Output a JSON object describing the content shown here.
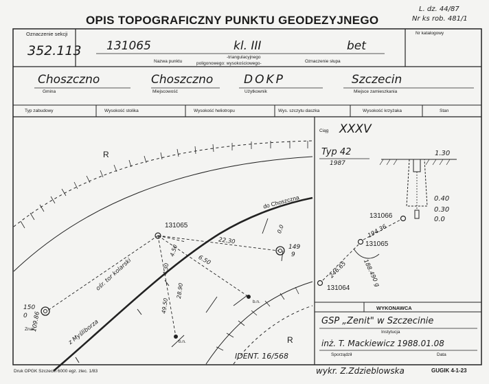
{
  "header": {
    "title": "OPIS TOPOGRAFICZNY PUNKTU GEODEZYJNEGO",
    "ref_line1": "L. dz. 44/87",
    "ref_line2": "Nr ks rob. 481/1"
  },
  "section": {
    "label": "Oznaczenie sekcji",
    "value": "352.113"
  },
  "point": {
    "name": "131065",
    "class": "kl. III",
    "marker": "bet",
    "name_label": "Nazwa punktu",
    "type_line1": "-triangulacyjnego",
    "type_line2": "poligonowego: wysokościowego-",
    "marker_label": "Oznaczenie słupa",
    "catalog_label": "Nr katalogowy"
  },
  "location": {
    "gmina": "Choszczno",
    "gmina_label": "Gmina",
    "miejscowosc": "Choszczno",
    "miejscowosc_label": "Miejscowość",
    "uzytkownik": "DOKP",
    "uzytkownik_label": "Użytkownik",
    "zamieszkanie": "Szczecin",
    "zamieszkanie_label": "Miejsce zamieszkania"
  },
  "columns": [
    "Typ zabudowy",
    "Wysokość stolika",
    "Wysokość heliotropu",
    "Wys. szczytu daszka",
    "Wysokość krzyżaka",
    "Stan"
  ],
  "sketch": {
    "road_label": "do Choszczna",
    "rail_label": "ośr. tor kolarski",
    "lower_road_label": "z Myśliborza",
    "R_top": "R",
    "R_bottom": "R",
    "main_point": "131065",
    "p149_top": "149",
    "p149_bottom": "9",
    "p150_top": "150",
    "p150_bottom": "0",
    "p150_dim": "109.86",
    "znak_label": "Znak",
    "bn1": "b.n.",
    "bn2": "b.n.",
    "d_22_30": "22.30",
    "d_6_50": "6.50",
    "d_4_30": "4.30",
    "d_4_50": "4.50",
    "d_49_50": "49.50",
    "d_28_90": "28.90",
    "d_0_0": "0.0",
    "ident": "IDENT. 16/568"
  },
  "right_panel": {
    "ciag_label": "Ciąg",
    "ciag": "XXXV",
    "typ": "Typ 42",
    "year": "1987",
    "dim_top": "1.30",
    "dim_040": "0.40",
    "dim_030": "0.30",
    "dim_00": "0.0",
    "pt_131066": "131066",
    "pt_131065": "131065",
    "pt_131064": "131064",
    "d_194": "194.36",
    "d_246": "246.65",
    "d_188": "188.490 g"
  },
  "footer": {
    "wykonawca_label": "WYKONAWCA",
    "company": "GSP „Zenit\" w Szczecinie",
    "instytucja_label": "Instytucja",
    "person": "inż. T. Mackiewicz 1988.01.08",
    "sporzadzil_label": "Sporządził",
    "data_label": "Data",
    "printer": "Druk OPGK Szczecin 6000 egz. zlec. 1/83",
    "wykr": "wykr. Z.Zdzieblowska",
    "form_code": "GUGIK 4-1-23"
  }
}
